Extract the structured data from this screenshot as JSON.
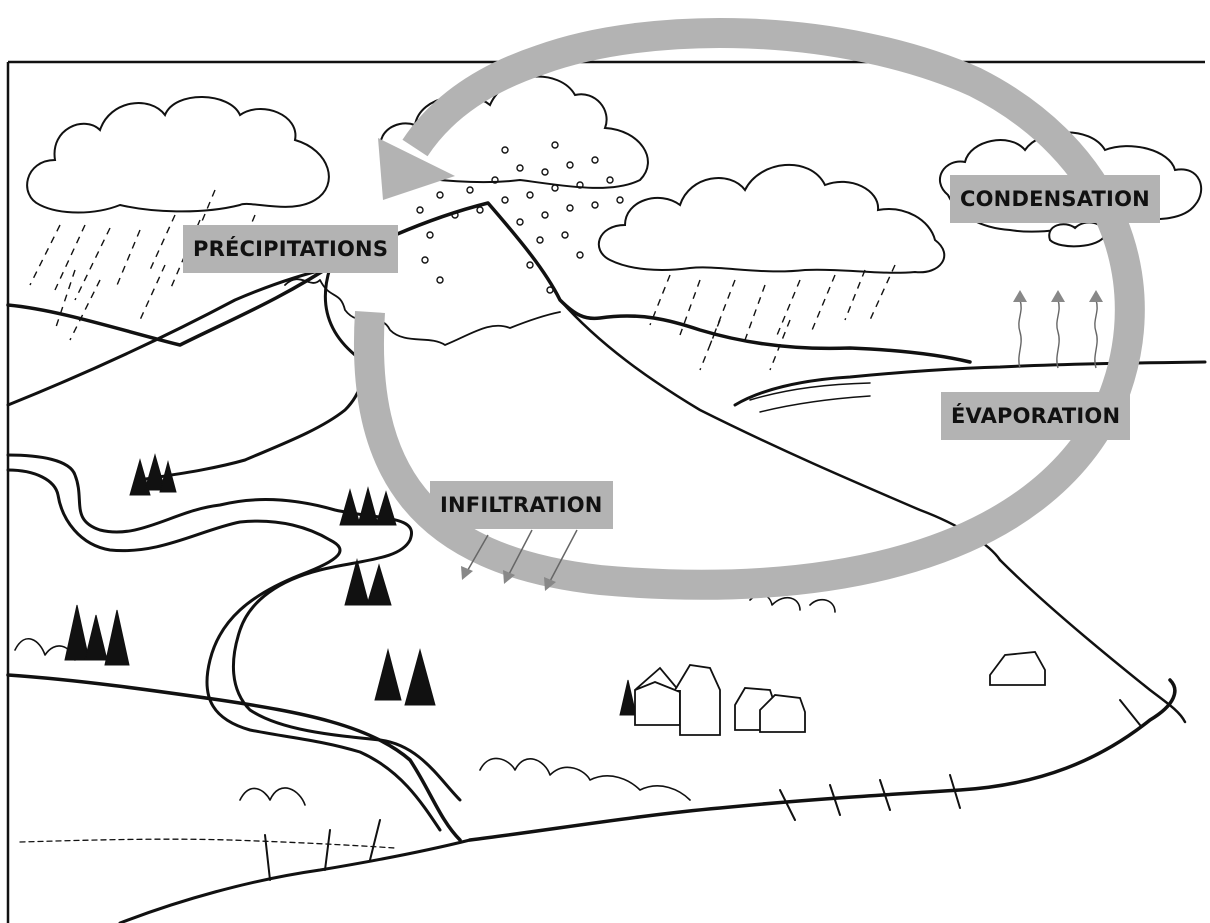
{
  "diagram": {
    "labels": {
      "precipitation": "PRÉCIPITATIONS",
      "condensation": "CONDENSATION",
      "evaporation": "ÉVAPORATION",
      "infiltration": "INFILTRATION"
    },
    "colors": {
      "cycle_arrow": "#b3b3b3",
      "label_background": "#b3b3b3",
      "line_art": "#111111",
      "background": "#ffffff"
    }
  }
}
